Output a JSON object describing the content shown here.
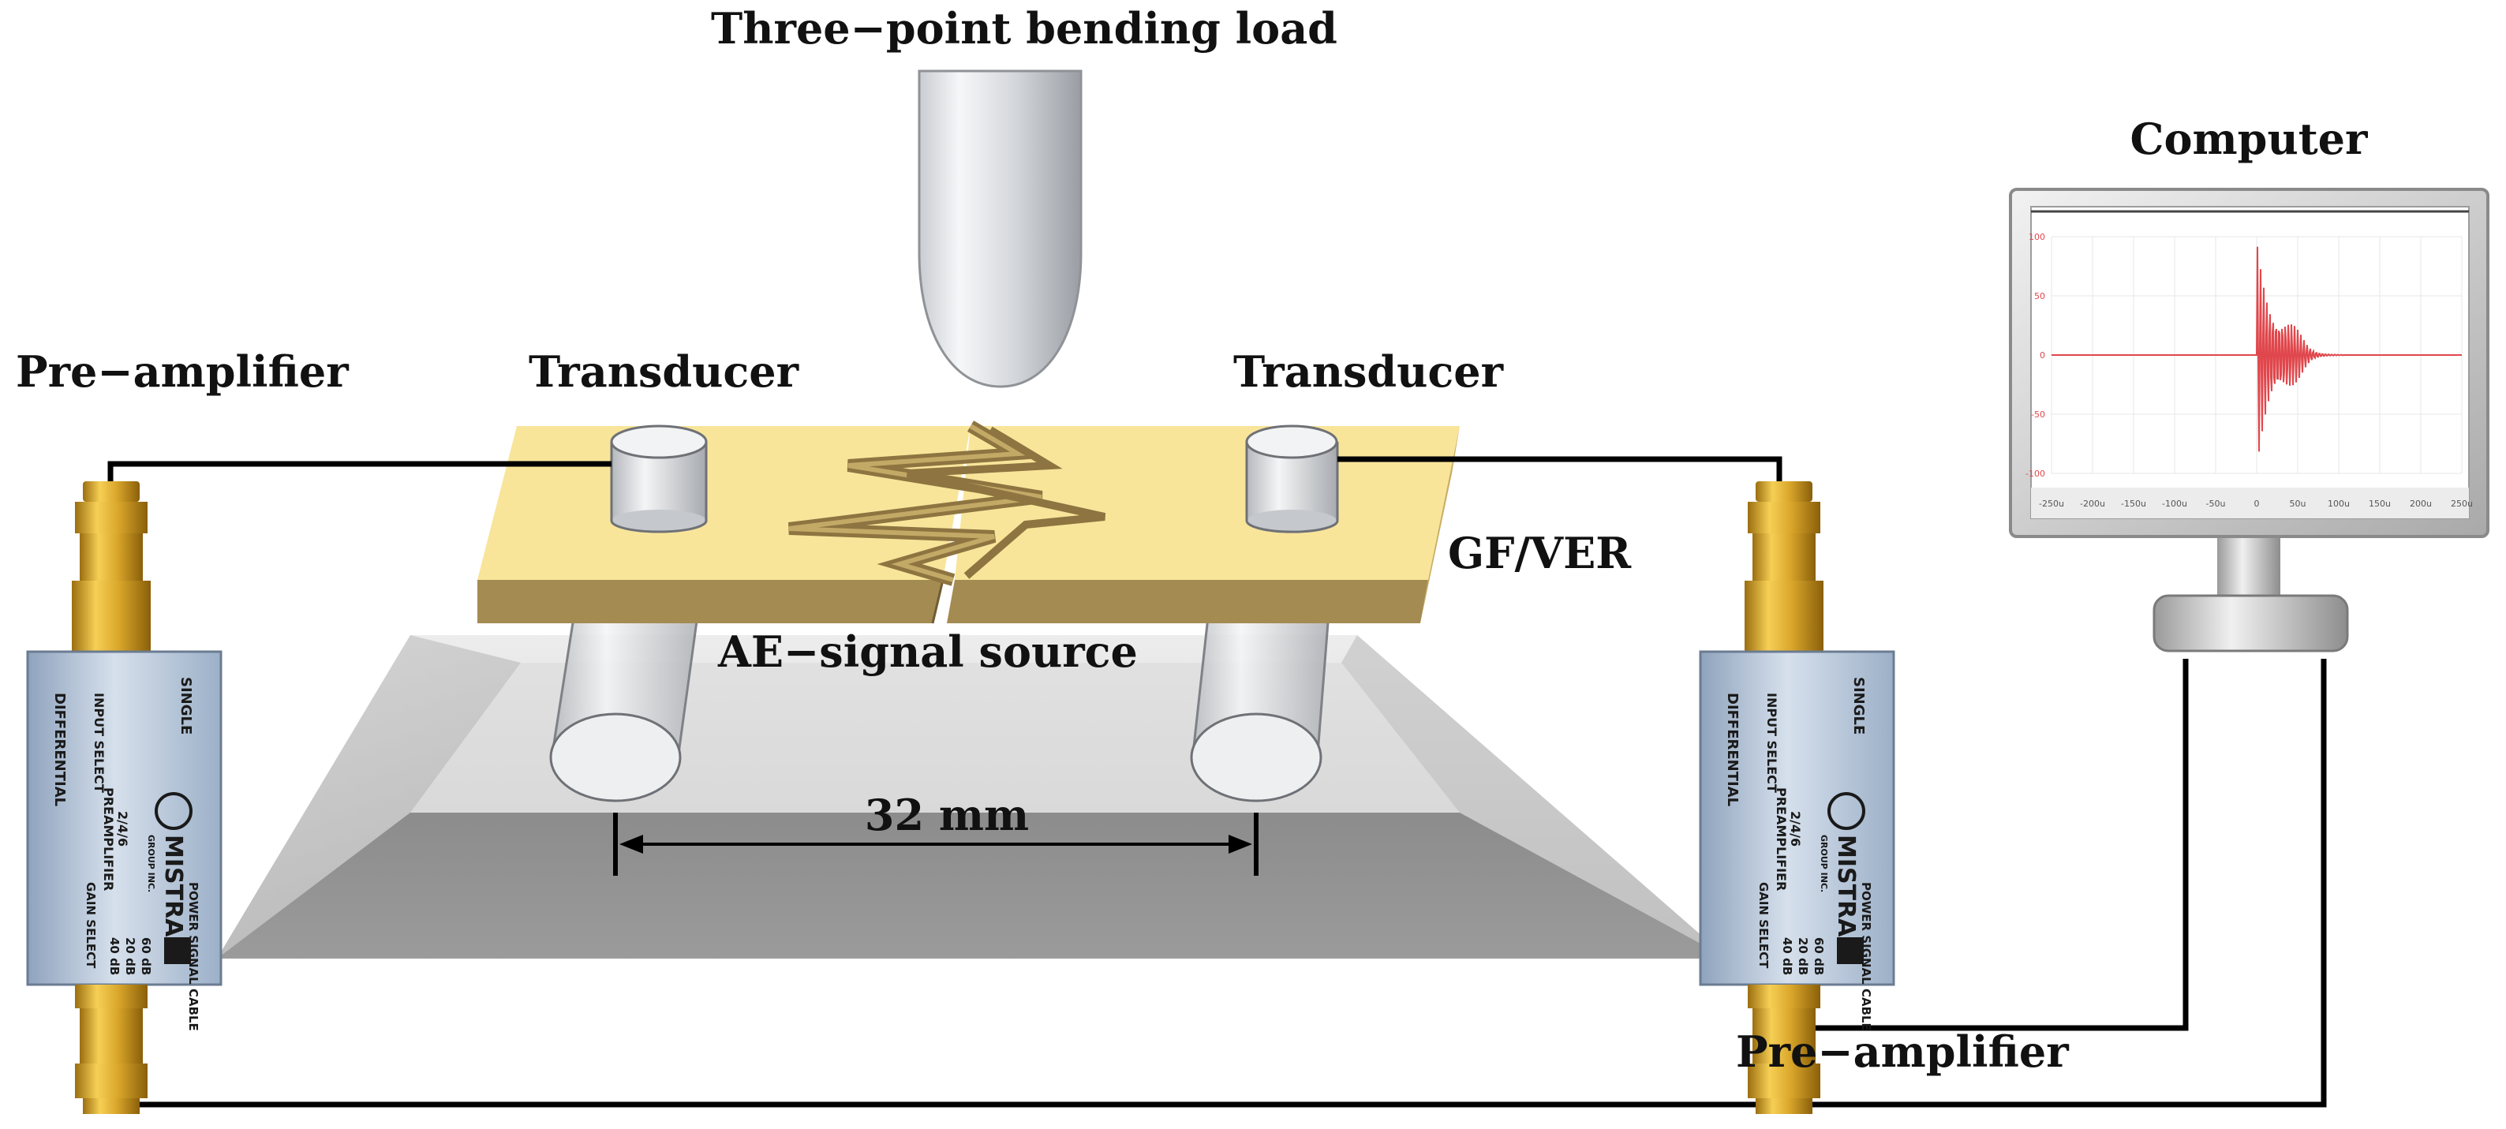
{
  "labels": {
    "load": "Three−point bending load",
    "transducer_left": "Transducer",
    "transducer_right": "Transducer",
    "preamp_left": "Pre−amplifier",
    "preamp_right": "Pre−amplifier",
    "computer": "Computer",
    "specimen": "GF/VER",
    "source": "AE−signal source",
    "span": "32 mm"
  },
  "preamplifier": {
    "brand": "MISTRAS",
    "brand_sub": "GROUP INC.",
    "model": "2/4/6",
    "type": "PREAMPLIFIER",
    "single": "SINGLE",
    "input_select": "INPUT SELECT",
    "differential": "DIFFERENTIAL",
    "power": "POWER SIGNAL CABLE",
    "gain_select": "GAIN SELECT",
    "gains": [
      "60 dB",
      "20 dB",
      "40 dB"
    ]
  },
  "monitor_plot": {
    "y_ticks": [
      "100",
      "50",
      "0",
      "-50",
      "-100"
    ],
    "x_ticks": [
      "-250u",
      "-200u",
      "-150u",
      "-100u",
      "-50u",
      "0",
      "50u",
      "100u",
      "150u",
      "200u",
      "250u"
    ]
  },
  "colors": {
    "specimen": "#f8e59a",
    "specimen_edge": "#a48b52",
    "signal": "#e0474c",
    "amp_gold": "#d9a62a",
    "wire": "#000000"
  }
}
